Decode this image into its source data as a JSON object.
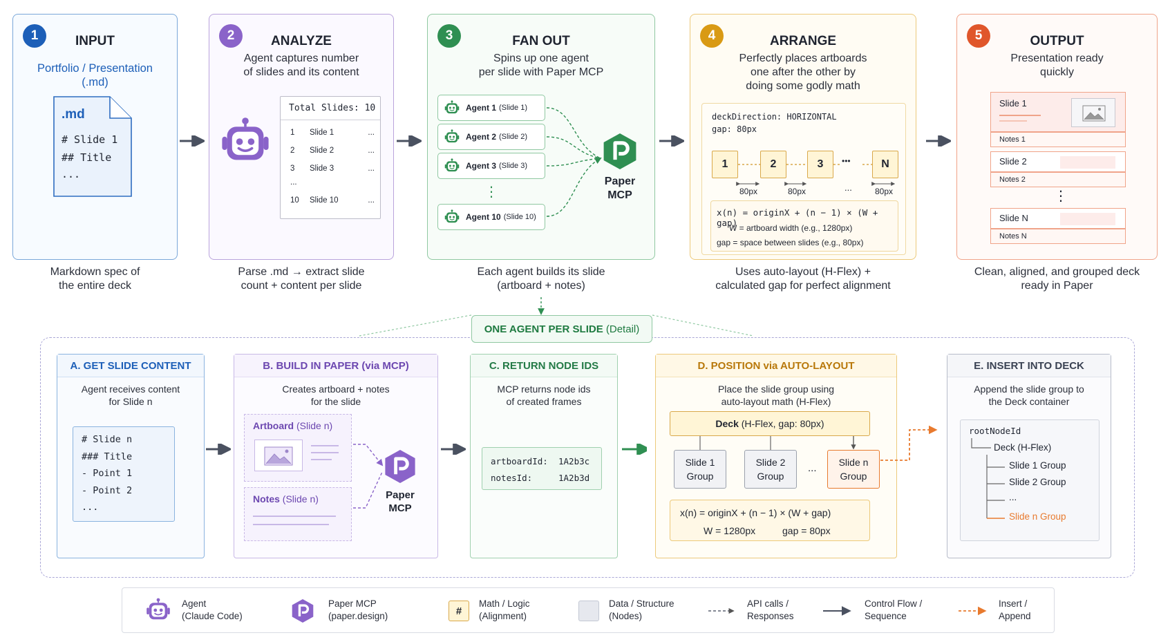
{
  "colors": {
    "input": "#1d5fb8",
    "analyze": "#8a63c9",
    "fanout": "#2f8f52",
    "arrange": "#d99a14",
    "output": "#e0562b",
    "flow": "#4a5160",
    "insert": "#e87a2e"
  },
  "stages": {
    "s1": {
      "num": "1",
      "title": "INPUT",
      "subtitle_a": "Portfolio / Presentation",
      "subtitle_b": "(.md)",
      "doc": {
        "ext": ".md",
        "line1": "# Slide 1",
        "line2": "## Title",
        "line3": "..."
      },
      "caption_a": "Markdown spec of",
      "caption_b": "the entire deck"
    },
    "s2": {
      "num": "2",
      "title": "ANALYZE",
      "desc_a": "Agent captures number",
      "desc_b": "of slides and its content",
      "table": {
        "header": "Total Slides:  10",
        "rows": [
          {
            "n": "1",
            "s": "Slide 1",
            "d": "..."
          },
          {
            "n": "2",
            "s": "Slide 2",
            "d": "..."
          },
          {
            "n": "3",
            "s": "Slide 3",
            "d": "..."
          }
        ],
        "ellipsis": "...",
        "last": {
          "n": "10",
          "s": "Slide 10",
          "d": "..."
        }
      },
      "caption_a": "Parse .md → extract slide",
      "caption_b": "count + content per slide"
    },
    "s3": {
      "num": "3",
      "title": "FAN OUT",
      "desc_a": "Spins up one agent",
      "desc_b": "per slide with Paper MCP",
      "agents": [
        {
          "label": "Agent 1",
          "slide": "(Slide 1)"
        },
        {
          "label": "Agent 2",
          "slide": "(Slide 2)"
        },
        {
          "label": "Agent 3",
          "slide": "(Slide 3)"
        }
      ],
      "agent_last": {
        "label": "Agent 10",
        "slide": "(Slide 10)"
      },
      "vdots": "⋮",
      "mcp_a": "Paper",
      "mcp_b": "MCP",
      "caption_a": "Each agent builds its slide",
      "caption_b": "(artboard + notes)"
    },
    "s4": {
      "num": "4",
      "title": "ARRANGE",
      "desc_a": "Perfectly places artboards",
      "desc_b": "one after the other by",
      "desc_c": "doing some godly math",
      "code_a": "deckDirection: HORIZONTAL",
      "code_b": "gap: 80px",
      "boxes": [
        "1",
        "2",
        "3",
        "N"
      ],
      "dots": "•••",
      "gap_label": "80px",
      "gap_dots": "...",
      "formula": "x(n) = originX + (n − 1) × (W + gap)",
      "w_def": "W = artboard width (e.g., 1280px)",
      "gap_def": "gap = space between slides (e.g., 80px)",
      "caption_a": "Uses auto-layout (H-Flex) +",
      "caption_b": "calculated gap for perfect alignment"
    },
    "s5": {
      "num": "5",
      "title": "OUTPUT",
      "desc_a": "Presentation ready",
      "desc_b": "quickly",
      "slide1": "Slide 1",
      "notes1": "Notes 1",
      "slide2": "Slide 2",
      "notes2": "Notes 2",
      "vdots": "⋮",
      "slideN": "Slide N",
      "notesN": "Notes N",
      "caption_a": "Clean, aligned, and grouped deck",
      "caption_b": "ready in Paper"
    }
  },
  "detail": {
    "badge": "ONE AGENT PER SLIDE",
    "badge_sub": "(Detail)",
    "a": {
      "title": "A. GET SLIDE CONTENT",
      "desc_a": "Agent receives content",
      "desc_b": "for Slide n",
      "lines": [
        "# Slide n",
        "### Title",
        "- Point 1",
        "- Point 2",
        "..."
      ]
    },
    "b": {
      "title": "B. BUILD IN PAPER (via MCP)",
      "desc_a": "Creates artboard + notes",
      "desc_b": "for the slide",
      "artboard": "Artboard",
      "artboard_sub": "(Slide n)",
      "notes": "Notes",
      "notes_sub": "(Slide n)",
      "mcp_a": "Paper",
      "mcp_b": "MCP"
    },
    "c": {
      "title": "C. RETURN NODE IDS",
      "desc_a": "MCP returns node ids",
      "desc_b": "of created frames",
      "k1": "artboardId:",
      "v1": "1A2b3c",
      "k2": "notesId:",
      "v2": "1A2b3d"
    },
    "d": {
      "title": "D. POSITION via AUTO-LAYOUT",
      "desc_a": "Place the slide group using",
      "desc_b": "auto-layout math (H-Flex)",
      "deck": "Deck",
      "deck_sub": "(H-Flex, gap: 80px)",
      "g1a": "Slide 1",
      "g1b": "Group",
      "g2a": "Slide 2",
      "g2b": "Group",
      "gdots": "...",
      "gna": "Slide n",
      "gnb": "Group",
      "formula": "x(n) = originX + (n − 1) × (W + gap)",
      "w": "W = 1280px",
      "gap": "gap = 80px"
    },
    "e": {
      "title": "E. INSERT INTO DECK",
      "desc_a": "Append the slide group to",
      "desc_b": "the Deck container",
      "root": "rootNodeId",
      "deck": "Deck (H-Flex)",
      "children": [
        "Slide 1 Group",
        "Slide 2 Group",
        "..."
      ],
      "last": "Slide n Group"
    }
  },
  "legend": {
    "agent_a": "Agent",
    "agent_b": "(Claude Code)",
    "mcp_a": "Paper MCP",
    "mcp_b": "(paper.design)",
    "math_icon": "#",
    "math_a": "Math / Logic",
    "math_b": "(Alignment)",
    "data_a": "Data / Structure",
    "data_b": "(Nodes)",
    "api_a": "API calls /",
    "api_b": "Responses",
    "flow_a": "Control Flow /",
    "flow_b": "Sequence",
    "insert_a": "Insert /",
    "insert_b": "Append"
  }
}
